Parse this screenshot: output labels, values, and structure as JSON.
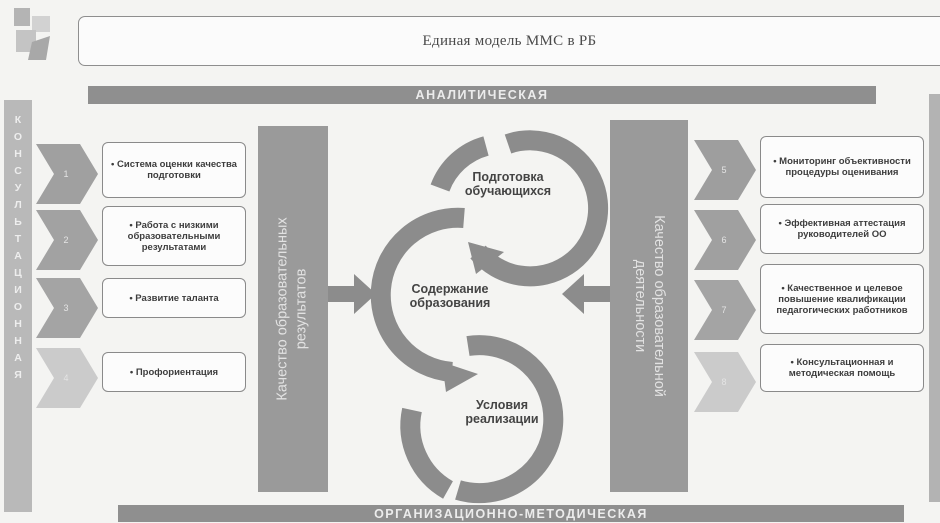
{
  "header": {
    "title": "Единая модель ММС в РБ"
  },
  "bands": {
    "top": "АНАЛИТИЧЕСКАЯ",
    "bottom": "ОРГАНИЗАЦИОННО-МЕТОДИЧЕСКАЯ"
  },
  "left_side_label": [
    "К",
    "О",
    "Н",
    "С",
    "У",
    "Л",
    "Ь",
    "Т",
    "А",
    "Ц",
    "И",
    "О",
    "Н",
    "Н",
    "А",
    "Я"
  ],
  "left_items": [
    {
      "num": "1",
      "text": "• Система оценки качества подготовки"
    },
    {
      "num": "2",
      "text": "• Работа с низкими образовательными результатами"
    },
    {
      "num": "3",
      "text": "• Развитие таланта"
    },
    {
      "num": "4",
      "text": "• Профориентация"
    }
  ],
  "right_items": [
    {
      "num": "5",
      "text": "• Мониторинг объективности процедуры оценивания"
    },
    {
      "num": "6",
      "text": "• Эффективная аттестация руководителей ОО"
    },
    {
      "num": "7",
      "text": "• Качественное и целевое повышение квалификации педагогических работников"
    },
    {
      "num": "8",
      "text": "• Консультационная и методическая помощь"
    }
  ],
  "left_bar_label": "Качество образовательных\nрезультатов",
  "right_bar_label": "Качество образовательной\nдеятельности",
  "circles": {
    "top": "Подготовка\nобучающихся",
    "middle": "Содержание\nобразования",
    "bottom": "Условия\nреализации"
  },
  "colors": {
    "band": "#8f8f8f",
    "chevron": "#a0a0a0",
    "chevron_last": "#cbcbcb",
    "circle_stroke": "#8c8c8c"
  }
}
